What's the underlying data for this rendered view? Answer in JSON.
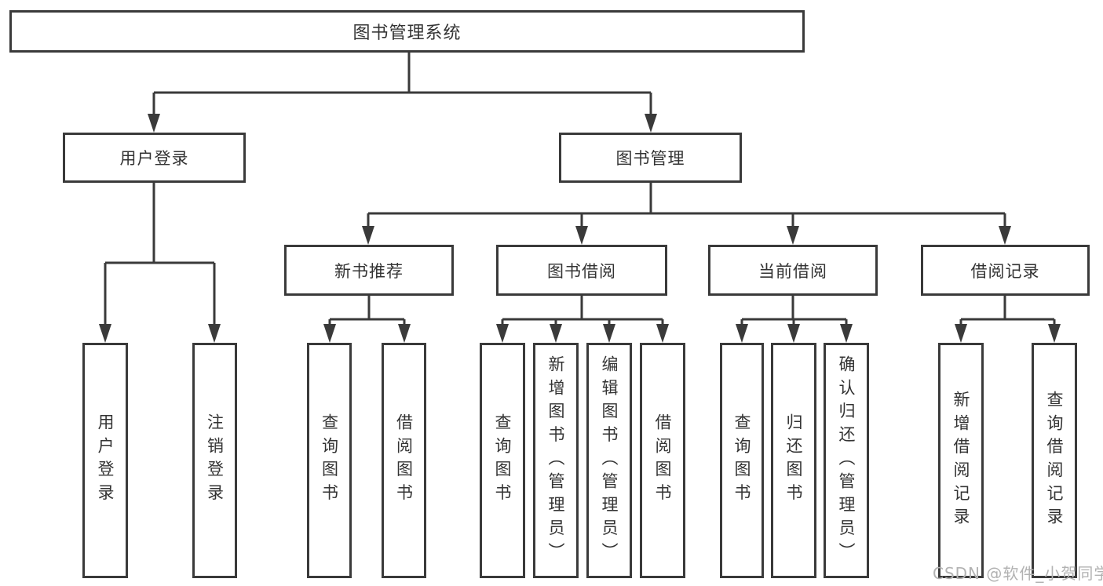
{
  "diagram": {
    "type": "hierarchy-tree",
    "orientation": "top-down"
  },
  "nodes": {
    "root": "图书管理系统",
    "branches": [
      {
        "label": "用户登录",
        "leaves": [
          "用户登录",
          "注销登录"
        ]
      },
      {
        "label": "图书管理",
        "sections": [
          {
            "label": "新书推荐",
            "leaves": [
              "查询图书",
              "借阅图书"
            ]
          },
          {
            "label": "图书借阅",
            "leaves": [
              "查询图书",
              "新增图书（管理员）",
              "编辑图书（管理员）",
              "借阅图书"
            ]
          },
          {
            "label": "当前借阅",
            "leaves": [
              "查询图书",
              "归还图书",
              "确认归还（管理员）"
            ]
          },
          {
            "label": "借阅记录",
            "leaves": [
              "新增借阅记录",
              "查询借阅记录"
            ]
          }
        ]
      }
    ]
  },
  "watermark": {
    "text": "CSDN @软件_小贺同学"
  },
  "colors": {
    "line": "#3a3a3a",
    "box_border": "#3a3a3a",
    "box_fill": "#ffffff",
    "text": "#333333",
    "watermark": "#b2b2b2",
    "background": "#ffffff"
  }
}
